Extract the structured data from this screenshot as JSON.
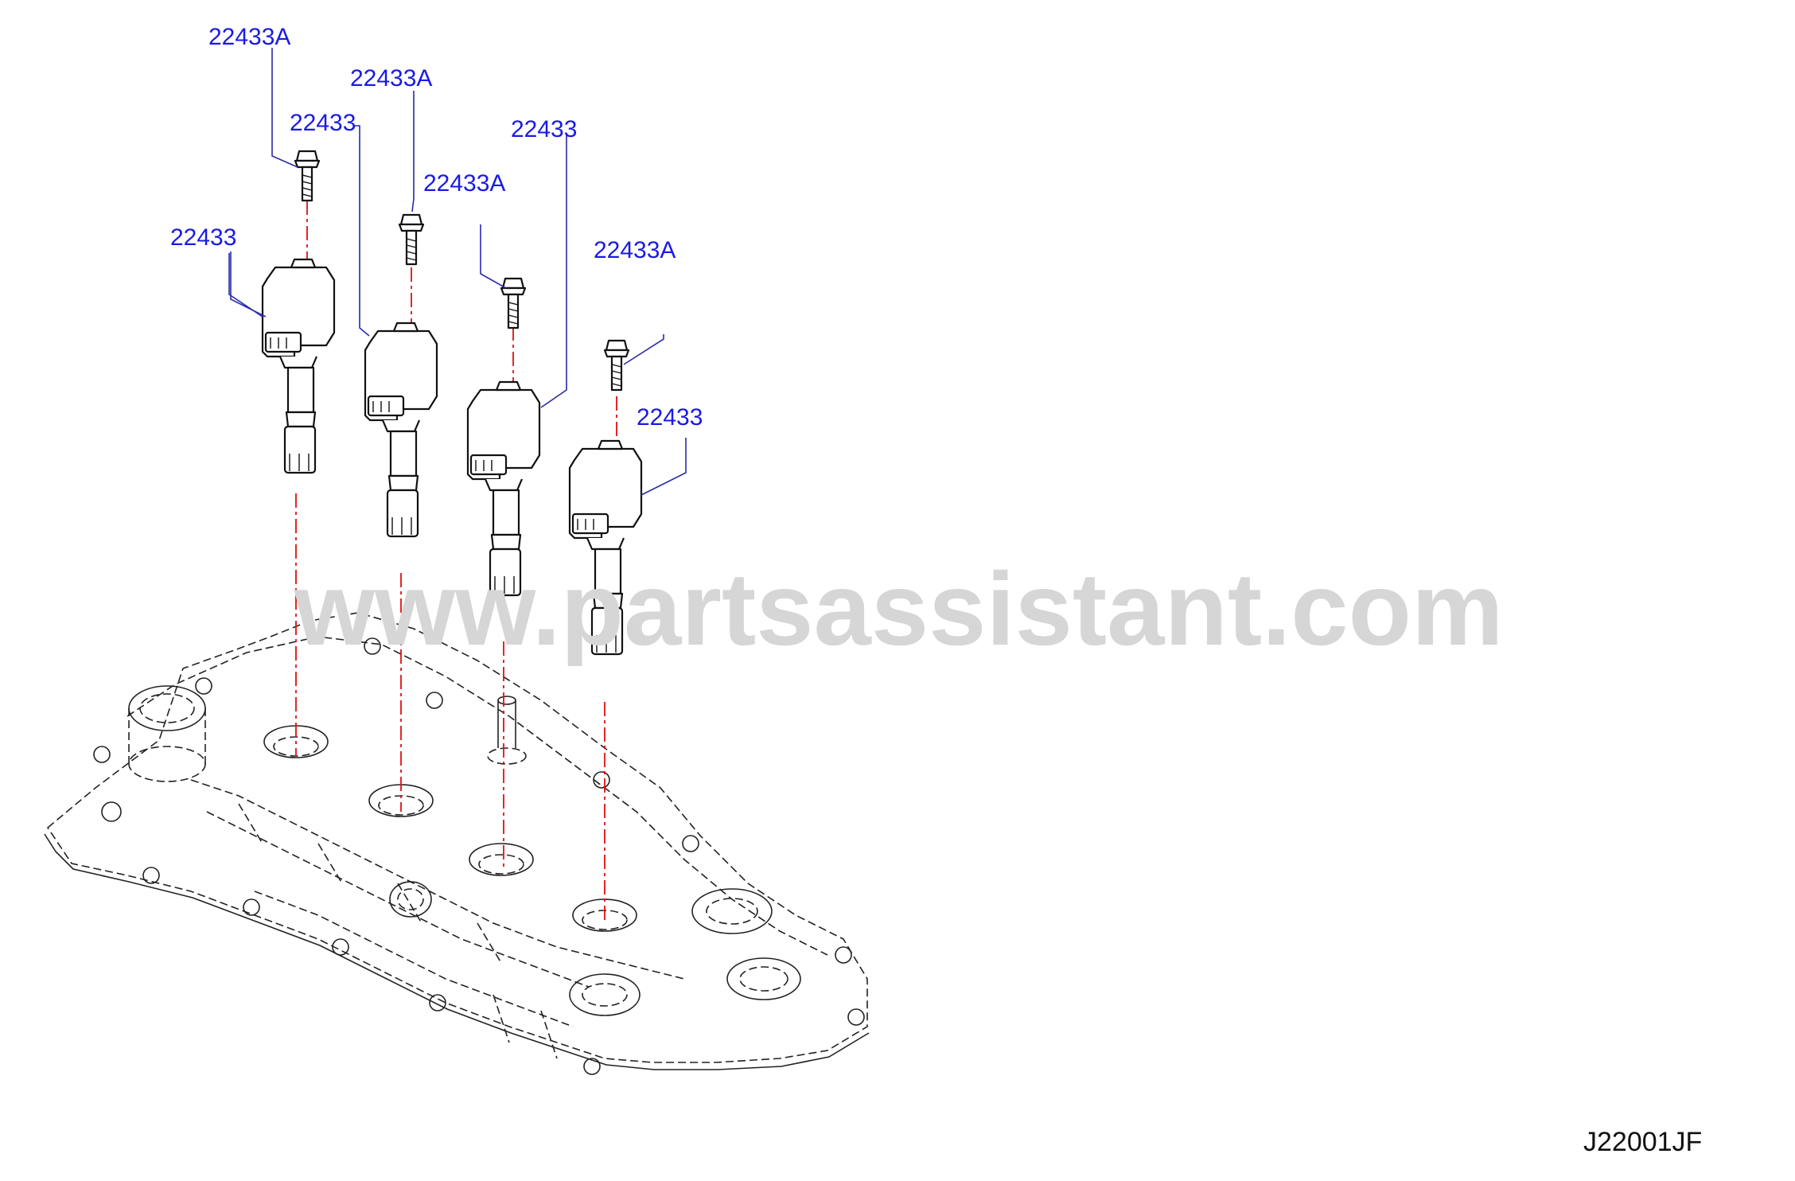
{
  "callouts": {
    "bolt1": "22433A",
    "bolt2": "22433A",
    "bolt3": "22433A",
    "bolt4": "22433A",
    "coil1": "22433",
    "coil2": "22433",
    "coil3": "22433",
    "coil4": "22433"
  },
  "watermark": "www.partsassistant.com",
  "diagram_ref": "J22001JF",
  "colors": {
    "callout_text": "#1a1ae6",
    "leader_line": "#2a2aa8",
    "center_axis": "#e01010",
    "watermark": "#d6d6d6"
  }
}
